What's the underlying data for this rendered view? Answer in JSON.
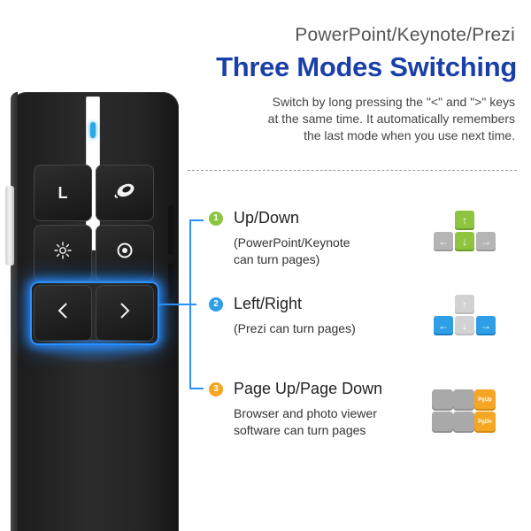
{
  "header": {
    "subtitle": "PowerPoint/Keynote/Prezi",
    "title": "Three Modes Switching",
    "description_lines": [
      "Switch by long pressing the \"<\" and \">\" keys",
      "at the same time. It automatically remembers",
      "the last mode when you use next time."
    ]
  },
  "device": {
    "keys": {
      "laser_label": "L",
      "mouse_icon": "mouse-icon",
      "brightness_icon": "brightness-icon",
      "target_icon": "target-icon",
      "left_icon": "chevron-left-icon",
      "right_icon": "chevron-right-icon"
    },
    "led_color": "#2aa9e6",
    "glow_color": "#2a8fff"
  },
  "modes": [
    {
      "number": "1",
      "color": "#8cc63f",
      "title": "Up/Down",
      "description_lines": [
        "(PowerPoint/Keynote",
        "can turn pages)"
      ]
    },
    {
      "number": "2",
      "color": "#2e9fe6",
      "title": "Left/Right",
      "description_lines": [
        "(Prezi can turn pages)"
      ]
    },
    {
      "number": "3",
      "color": "#f5a623",
      "title": "Page Up/Page Down",
      "description_lines": [
        "Browser and photo viewer",
        "software can turn pages"
      ]
    }
  ],
  "key_clusters": {
    "updown": {
      "up": "↑",
      "down": "↓",
      "left": "←",
      "right": "→"
    },
    "leftright": {
      "up": "↑",
      "down": "↓",
      "left": "←",
      "right": "→"
    },
    "pageupdown": {
      "pgup": "PgUp",
      "pgdn": "PgDn"
    }
  }
}
